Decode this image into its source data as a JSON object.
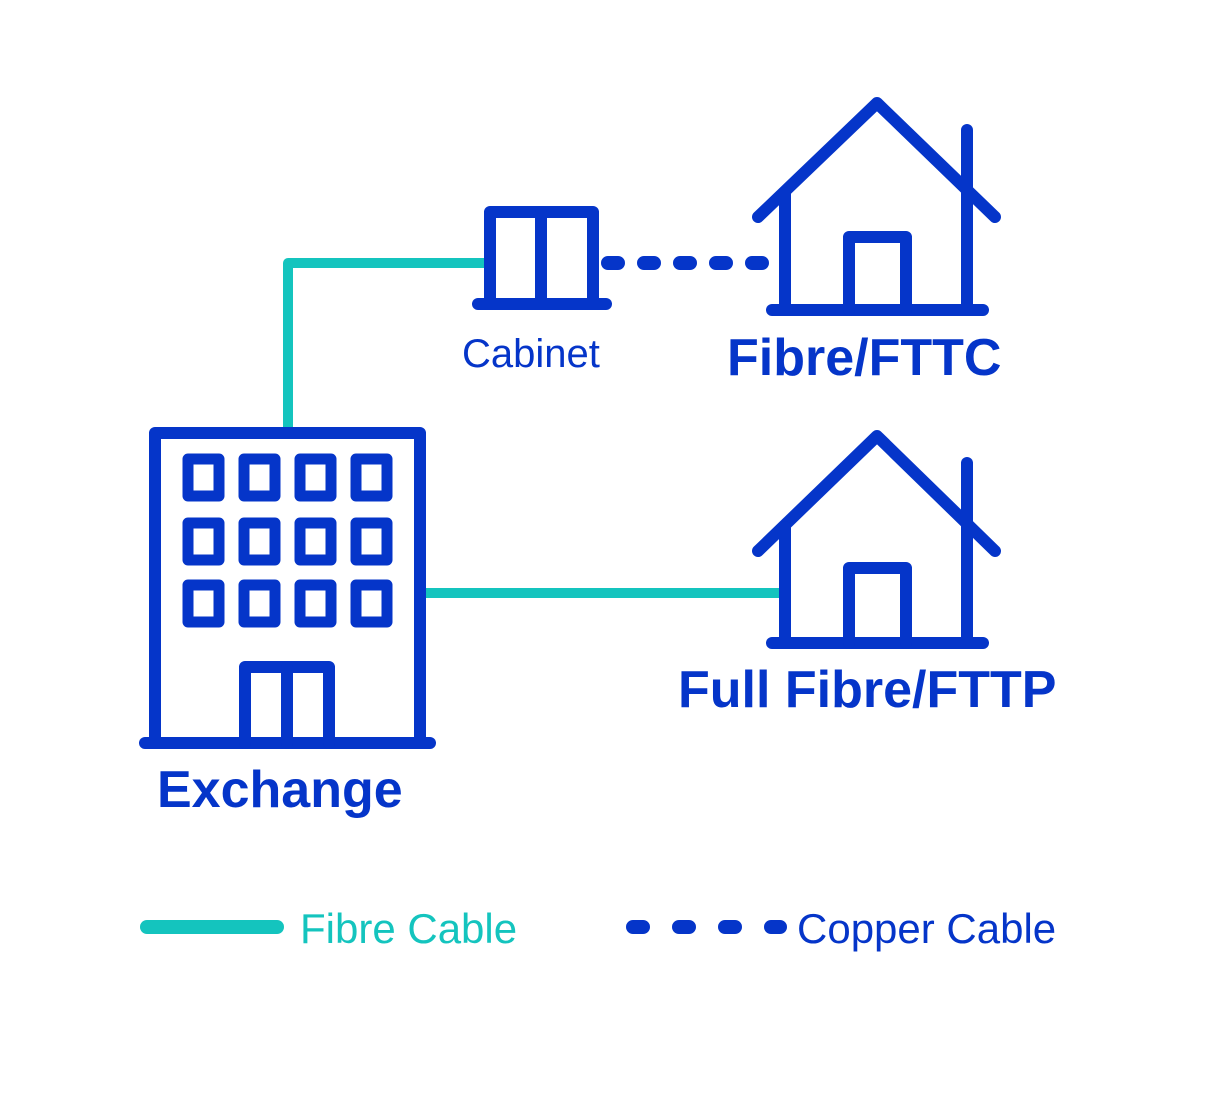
{
  "colors": {
    "primary": "#0535C9",
    "fibre": "#14C4BE"
  },
  "nodes": {
    "exchange": {
      "label": "Exchange",
      "icon": "office-building-icon"
    },
    "cabinet": {
      "label": "Cabinet",
      "icon": "street-cabinet-icon"
    },
    "fttc_home": {
      "label": "Fibre/FTTC",
      "icon": "house-icon"
    },
    "fttp_home": {
      "label": "Full Fibre/FTTP",
      "icon": "house-icon"
    }
  },
  "legend": {
    "fibre": {
      "label": "Fibre Cable",
      "line_style": "solid"
    },
    "copper": {
      "label": "Copper Cable",
      "line_style": "dashed"
    }
  }
}
